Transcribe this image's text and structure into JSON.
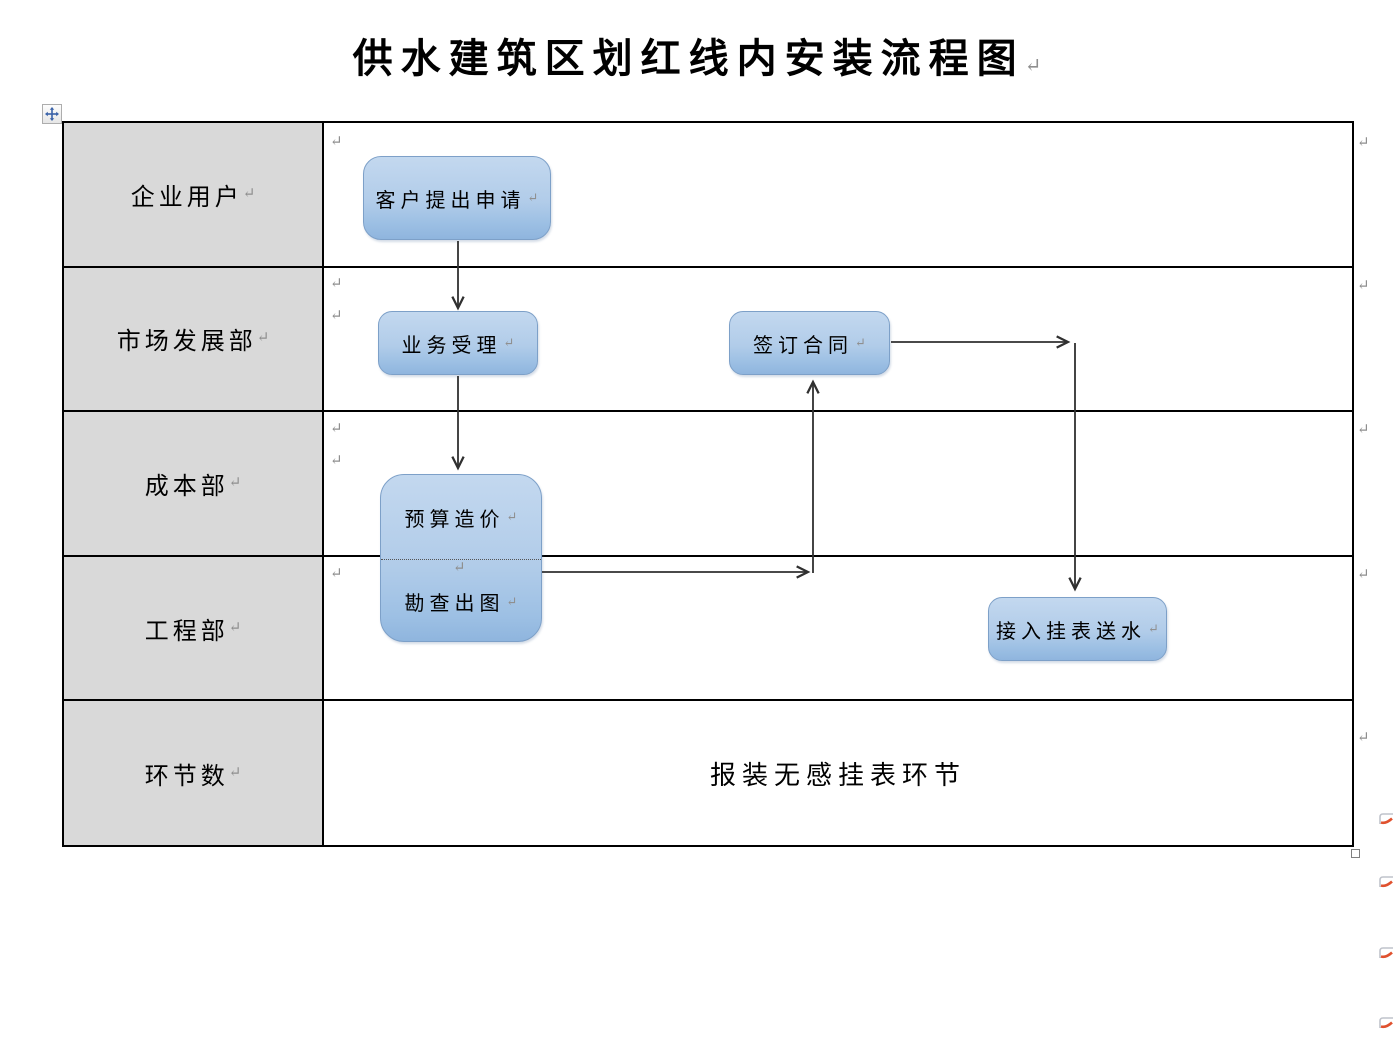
{
  "title": "供水建筑区划红线内安装流程图",
  "marks": {
    "pilcrow": "↵"
  },
  "colors": {
    "box-fill-top": "#c3d8ef",
    "box-fill-bottom": "#8fb5de",
    "box-border": "#7da0c8",
    "lane-label-bg": "#d9d9d9",
    "table-border": "#000000",
    "line": "#303030",
    "pilcrow": "#8f8f8f",
    "handle-arrow": "#3a62a8",
    "redmark": "#e0512e"
  },
  "lanes": [
    {
      "label": "企业用户"
    },
    {
      "label": "市场发展部"
    },
    {
      "label": "成本部"
    },
    {
      "label": "工程部"
    },
    {
      "label": "环节数"
    }
  ],
  "flow": {
    "box_apply": "客户提出申请",
    "box_accept": "业务受理",
    "box_contract": "签订合同",
    "box_budget": "预算造价",
    "box_survey": "勘查出图",
    "box_connect": "接入挂表送水",
    "bottom_note": "报装无感挂表环节"
  }
}
